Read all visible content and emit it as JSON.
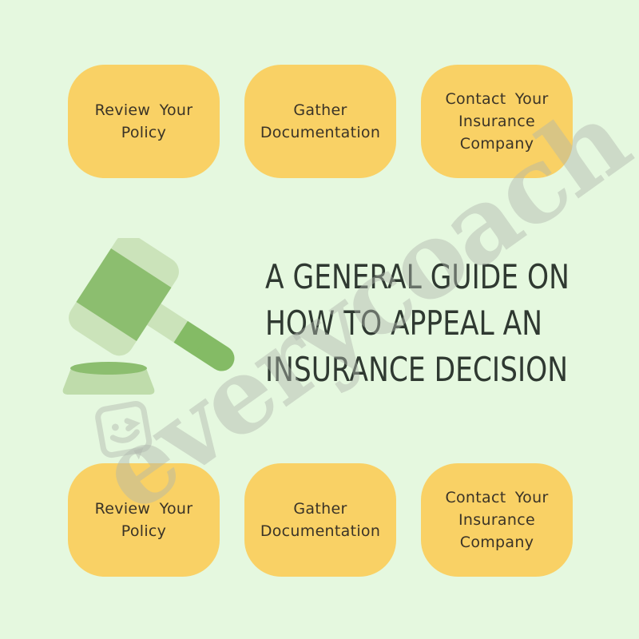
{
  "colors": {
    "page-bg": "#E5F8DF",
    "card-bg": "#F9D165",
    "card-text": "#3A3327",
    "title-text": "#2F3931",
    "gavel-dark": "#8CBE6F",
    "gavel-light": "#CBE3BA",
    "handle-dark": "#84BB65",
    "base-light": "#BFDCAB",
    "watermark": "rgba(175,182,172,0.45)"
  },
  "title": {
    "lines": [
      "A GENERAL GUIDE ON",
      "HOW TO APPEAL AN",
      "INSURANCE DECISION"
    ]
  },
  "steps": [
    {
      "label": "Review Your Policy",
      "lines": [
        "Review Your",
        "Policy"
      ]
    },
    {
      "label": "Gather Documentation",
      "lines": [
        "Gather",
        "Documentation"
      ]
    },
    {
      "label": "Contact Your Insurance Company",
      "lines": [
        "Contact Your",
        "Insurance",
        "Company"
      ]
    }
  ],
  "watermark": {
    "text": "everycoach"
  },
  "illustration": {
    "name": "gavel"
  }
}
